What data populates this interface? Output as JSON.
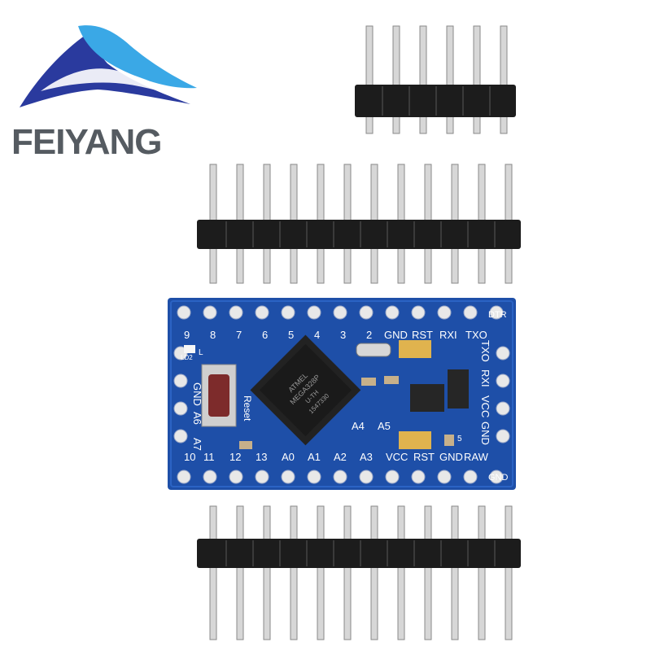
{
  "brand": {
    "name": "FEIYANG",
    "colors": {
      "blue": "#2a3a9e",
      "light_blue": "#3aa8e6",
      "gray": "#555b61"
    }
  },
  "board": {
    "pcb_color": "#1e4fa8",
    "chip_marking": [
      "ATMEL",
      "MEGA328P",
      "U-TH",
      "1547330"
    ],
    "button_label": "Reset",
    "pin_labels_top": [
      "9",
      "8",
      "7",
      "6",
      "5",
      "4",
      "3",
      "2",
      "GND",
      "RST",
      "RXI",
      "TXO"
    ],
    "pin_label_top_right": "DTR",
    "pin_labels_bottom": [
      "10",
      "11",
      "12",
      "13",
      "A0",
      "A1",
      "A2",
      "A3",
      "VCC",
      "RST",
      "GND",
      "RAW"
    ],
    "pin_label_bottom_right": "GND",
    "pin_labels_left": [
      "GND",
      "A6",
      "A7"
    ],
    "pin_labels_right": [
      "TXO",
      "RXI",
      "VCC",
      "GND"
    ],
    "inner_labels": [
      "A4",
      "A5"
    ],
    "small_marks": [
      "L",
      "LD2",
      "5"
    ]
  },
  "headers": [
    {
      "id": "header-6pin-right-angle",
      "pins": 6
    },
    {
      "id": "header-12pin-top",
      "pins": 12
    },
    {
      "id": "header-12pin-bottom",
      "pins": 12
    }
  ]
}
